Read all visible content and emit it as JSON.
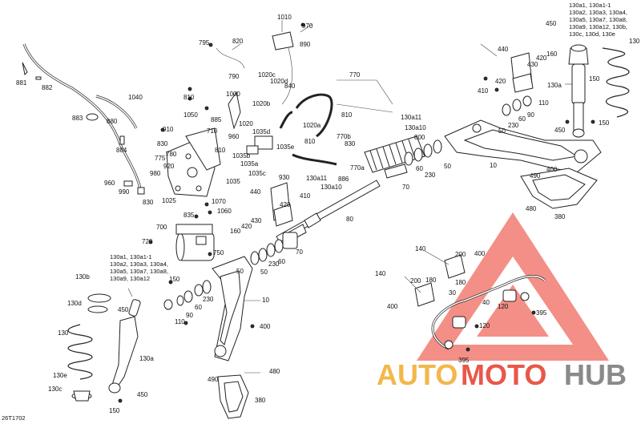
{
  "diagram_id": "26T1702",
  "watermark": {
    "auto": "AUTO",
    "moto": "MOTO",
    "hub": "HUB",
    "colors": {
      "auto": "#f2b84b",
      "moto": "#e8584a",
      "hub": "#8a8a8a",
      "triangle": "#ef6a5e"
    }
  },
  "callouts": {
    "c1010": "1010",
    "c970": "970",
    "c890": "890",
    "c795": "795",
    "c820": "820",
    "c790": "790",
    "c881": "881",
    "c882": "882",
    "c883": "883",
    "c880": "880",
    "c1040": "1040",
    "c884": "884",
    "c960": "960",
    "c990": "990",
    "c830a": "830",
    "c1025": "1025",
    "c980": "980",
    "c920": "920",
    "c775": "775",
    "c780": "780",
    "c830b": "830",
    "c810a": "810",
    "c1050": "1050",
    "c910": "910",
    "c1000": "1000",
    "c885": "885",
    "c710": "710",
    "c810b": "810",
    "c1035": "1035",
    "c1020c": "1020c",
    "c1020d": "1020d",
    "c840": "840",
    "c1020b": "1020b",
    "c1020a": "1020a",
    "c1020": "1020",
    "c1035d": "1035d",
    "c1035b": "1035b",
    "c1035a": "1035a",
    "c1035c": "1035c",
    "c1035e": "1035e",
    "c770": "770",
    "c130a11a": "130a11",
    "c130a10a": "130a10",
    "c810c": "810",
    "c770b": "770b",
    "c830c": "830",
    "c810d": "810",
    "c800": "800",
    "c886": "886",
    "c770a": "770a",
    "c130a11b": "130a11",
    "c130a10b": "130a10",
    "c930": "930",
    "c440a": "440",
    "c410a": "410",
    "c420a": "420",
    "c430a": "430",
    "c160": "160",
    "c420b": "420",
    "c1070": "1070",
    "c1060": "1060",
    "c835": "835",
    "c700": "700",
    "c720": "720",
    "c750": "750",
    "c80": "80",
    "c70a": "70",
    "c60a": "60",
    "c230a": "230",
    "c50a": "50",
    "c70b": "70",
    "c60b": "60",
    "c230b": "230",
    "c50b": "50",
    "c10a": "10",
    "c400a": "400",
    "c490a": "490",
    "c480a": "480",
    "c380a": "380",
    "c150a": "150",
    "c230c": "230",
    "c60c": "60",
    "c90a": "90",
    "c110a": "110",
    "c50c": "50",
    "c130b": "130b",
    "c130d": "130d",
    "c130c1": "130",
    "c130e": "130e",
    "c130c": "130c",
    "c130a": "130a",
    "c450a": "450",
    "c450b": "450",
    "c150b": "150",
    "c130top": "130a1, 130a1-1",
    "c130top2": "130a2, 130a3, 130a4,",
    "c130top3": "130a5, 130a7, 130a8,",
    "c130top4": "130a9, 130a12, 130b,",
    "c130top5": "130c, 130d, 130e",
    "c130left1": "130a1, 130a1-1",
    "c130left2": "130a2, 130a3, 130a4,",
    "c130left3": "130a5, 130a7, 130a8,",
    "c130left4": "130a9, 130a12",
    "c450c": "450",
    "c130r": "130",
    "c440b": "440",
    "c430b": "430",
    "c420c": "420",
    "c160b": "160",
    "c410b": "410",
    "c420d": "420",
    "c130a2": "130a",
    "c150c": "150",
    "c110b": "110",
    "c90b": "90",
    "c60d": "60",
    "c230d": "230",
    "c50d": "50",
    "c450d": "450",
    "c150d": "150",
    "c10b": "10",
    "c400b": "400",
    "c490b": "490",
    "c480b": "480",
    "c380b": "380",
    "c140a": "140",
    "c200a": "200",
    "c400c": "400",
    "c140b": "140",
    "c200b": "200",
    "c180a": "180",
    "c180b": "180",
    "c30": "30",
    "c40": "40",
    "c120a": "120",
    "c395a": "395",
    "c400d": "400",
    "c120b": "120",
    "c395b": "395"
  }
}
